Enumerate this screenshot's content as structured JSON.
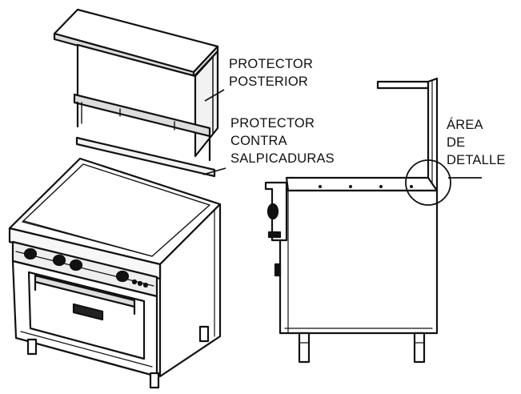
{
  "labels": {
    "rear_guard": [
      "PROTECTOR",
      "POSTERIOR"
    ],
    "splash_guard": [
      "PROTECTOR",
      "CONTRA",
      "SALPICADURAS"
    ],
    "detail_area": [
      "ÁREA",
      "DE",
      "DETALLE"
    ]
  },
  "colors": {
    "line": "#111111",
    "fill": "#ffffff",
    "shade": "#d9d9d9"
  }
}
